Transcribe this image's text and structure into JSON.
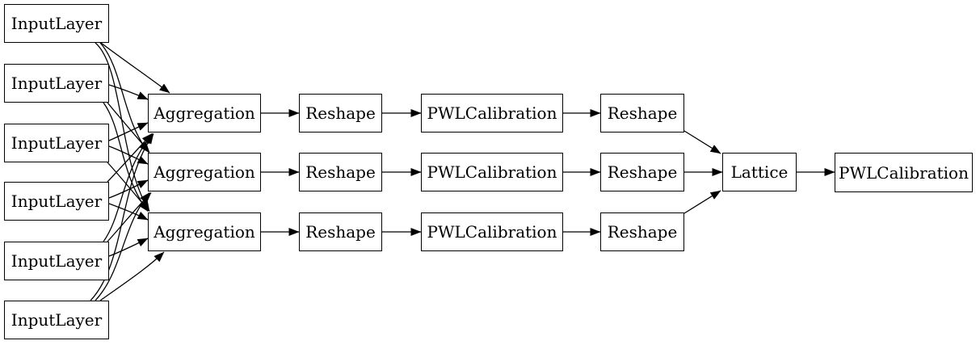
{
  "diagram": {
    "type": "model-architecture-graph",
    "orientation": "left-to-right",
    "colors": {
      "background": "#ffffff",
      "node_fill": "#ffffff",
      "node_border": "#000000",
      "edge": "#000000",
      "text": "#000000"
    },
    "nodes": {
      "il1": {
        "label": "InputLayer"
      },
      "il2": {
        "label": "InputLayer"
      },
      "il3": {
        "label": "InputLayer"
      },
      "il4": {
        "label": "InputLayer"
      },
      "il5": {
        "label": "InputLayer"
      },
      "il6": {
        "label": "InputLayer"
      },
      "agg1": {
        "label": "Aggregation"
      },
      "agg2": {
        "label": "Aggregation"
      },
      "agg3": {
        "label": "Aggregation"
      },
      "rs1a": {
        "label": "Reshape"
      },
      "rs2a": {
        "label": "Reshape"
      },
      "rs3a": {
        "label": "Reshape"
      },
      "pwl1": {
        "label": "PWLCalibration"
      },
      "pwl2": {
        "label": "PWLCalibration"
      },
      "pwl3": {
        "label": "PWLCalibration"
      },
      "rs1b": {
        "label": "Reshape"
      },
      "rs2b": {
        "label": "Reshape"
      },
      "rs3b": {
        "label": "Reshape"
      },
      "lattice": {
        "label": "Lattice"
      },
      "pwl_out": {
        "label": "PWLCalibration"
      }
    },
    "edges": [
      {
        "from": "il1",
        "to": "agg1"
      },
      {
        "from": "il1",
        "to": "agg2"
      },
      {
        "from": "il1",
        "to": "agg3"
      },
      {
        "from": "il2",
        "to": "agg1"
      },
      {
        "from": "il2",
        "to": "agg2"
      },
      {
        "from": "il2",
        "to": "agg3"
      },
      {
        "from": "il3",
        "to": "agg1"
      },
      {
        "from": "il3",
        "to": "agg2"
      },
      {
        "from": "il3",
        "to": "agg3"
      },
      {
        "from": "il4",
        "to": "agg1"
      },
      {
        "from": "il4",
        "to": "agg2"
      },
      {
        "from": "il4",
        "to": "agg3"
      },
      {
        "from": "il5",
        "to": "agg1"
      },
      {
        "from": "il5",
        "to": "agg2"
      },
      {
        "from": "il5",
        "to": "agg3"
      },
      {
        "from": "il6",
        "to": "agg1"
      },
      {
        "from": "il6",
        "to": "agg2"
      },
      {
        "from": "il6",
        "to": "agg3"
      },
      {
        "from": "agg1",
        "to": "rs1a"
      },
      {
        "from": "rs1a",
        "to": "pwl1"
      },
      {
        "from": "pwl1",
        "to": "rs1b"
      },
      {
        "from": "agg2",
        "to": "rs2a"
      },
      {
        "from": "rs2a",
        "to": "pwl2"
      },
      {
        "from": "pwl2",
        "to": "rs2b"
      },
      {
        "from": "agg3",
        "to": "rs3a"
      },
      {
        "from": "rs3a",
        "to": "pwl3"
      },
      {
        "from": "pwl3",
        "to": "rs3b"
      },
      {
        "from": "rs1b",
        "to": "lattice"
      },
      {
        "from": "rs2b",
        "to": "lattice"
      },
      {
        "from": "rs3b",
        "to": "lattice"
      },
      {
        "from": "lattice",
        "to": "pwl_out"
      }
    ]
  }
}
